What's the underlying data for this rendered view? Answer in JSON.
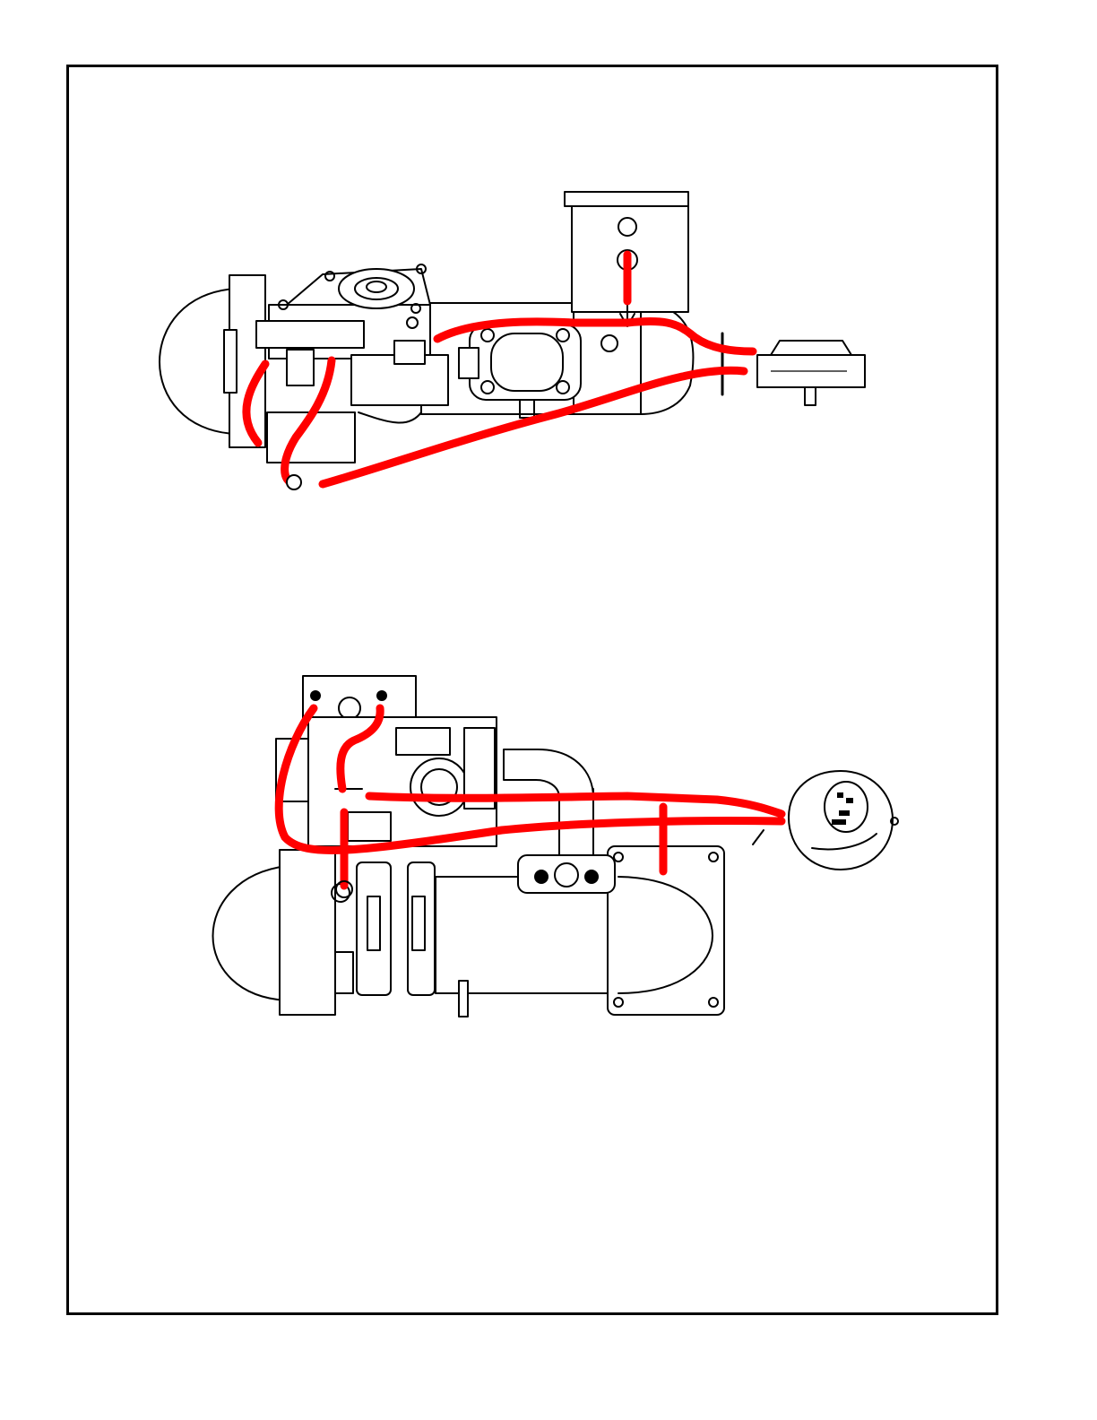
{
  "colors": {
    "line": "#000000",
    "hose": "#ff0000",
    "background": "#ffffff"
  },
  "figures": [
    {
      "view": "top-view-assembly",
      "hoses": 5
    },
    {
      "view": "side-view-assembly",
      "hoses": 5
    }
  ]
}
